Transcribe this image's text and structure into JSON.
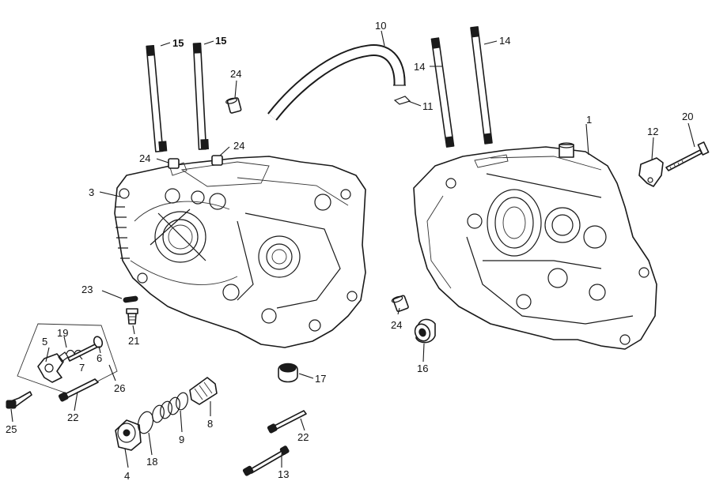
{
  "callouts": {
    "c1": "1",
    "c3": "3",
    "c4": "4",
    "c5": "5",
    "c6": "6",
    "c7": "7",
    "c8": "8",
    "c9": "9",
    "c10": "10",
    "c11": "11",
    "c12": "12",
    "c13": "13",
    "c14a": "14",
    "c14b": "14",
    "c15a": "15",
    "c15b": "15",
    "c16": "16",
    "c17": "17",
    "c18": "18",
    "c19": "19",
    "c20": "20",
    "c21": "21",
    "c22a": "22",
    "c22b": "22",
    "c23": "23",
    "c24a": "24",
    "c24b": "24",
    "c24c": "24",
    "c24d": "24",
    "c25": "25",
    "c26": "26"
  }
}
